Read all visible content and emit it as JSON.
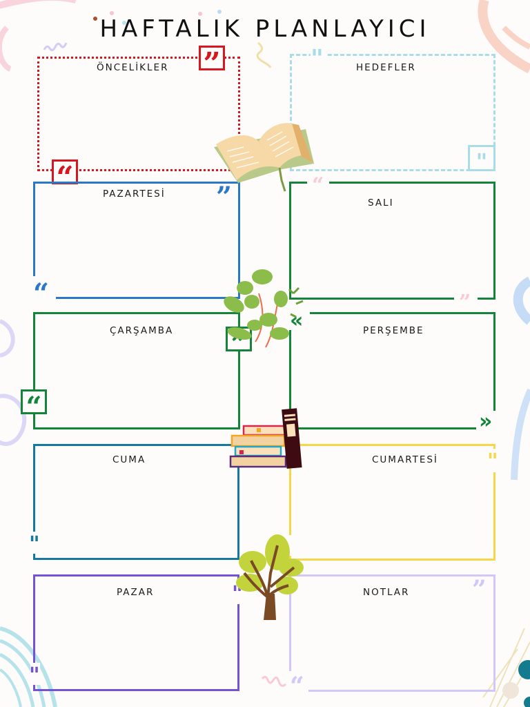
{
  "page": {
    "title": "HAFTALIK PLANLAYICI"
  },
  "sections": {
    "priorities": {
      "label": "ÖNCELİKLER",
      "color": "#d7171f",
      "border": "dotted"
    },
    "goals": {
      "label": "HEDEFLER",
      "color": "#a8dde8",
      "border": "dashed"
    },
    "monday": {
      "label": "PAZARTESİ",
      "color": "#2a78c8"
    },
    "tuesday": {
      "label": "SALI",
      "color": "#13853a"
    },
    "wednesday": {
      "label": "ÇARŞAMBA",
      "color": "#13853a"
    },
    "thursday": {
      "label": "PERŞEMBE",
      "color": "#13853a"
    },
    "friday": {
      "label": "CUMA",
      "color": "#1478a0"
    },
    "saturday": {
      "label": "CUMARTESİ",
      "color": "#f8d64a"
    },
    "sunday": {
      "label": "PAZAR",
      "color": "#7352d3"
    },
    "notes": {
      "label": "NOTLAR",
      "color": "#cfc8f8"
    }
  },
  "quotes": {
    "open": "“",
    "close": "”"
  },
  "decorations": [
    "open-book-icon",
    "leaf-sprig-icon",
    "book-stack-icon",
    "tree-icon"
  ]
}
